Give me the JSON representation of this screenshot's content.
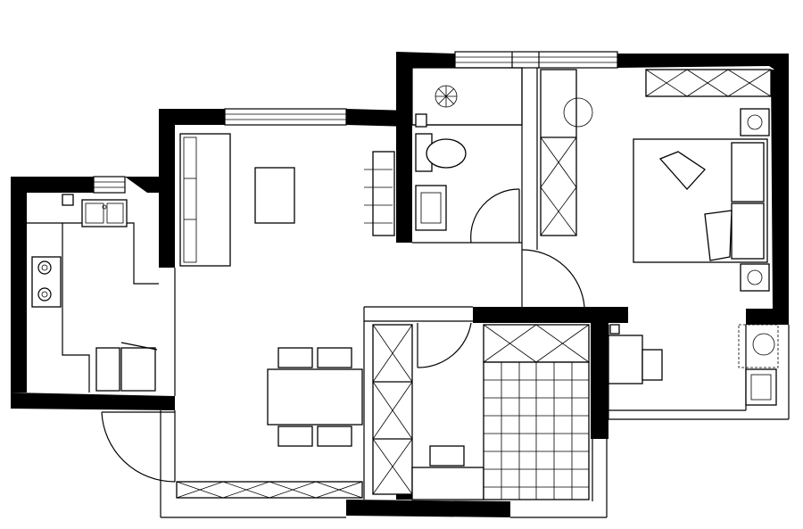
{
  "drawing": {
    "type": "floor-plan",
    "rooms": [
      "kitchen",
      "living-dining",
      "bathroom",
      "master-bedroom",
      "second-bedroom",
      "study-nook"
    ],
    "colors": {
      "ink": "#000000",
      "paper": "#ffffff"
    },
    "text_labels": []
  }
}
